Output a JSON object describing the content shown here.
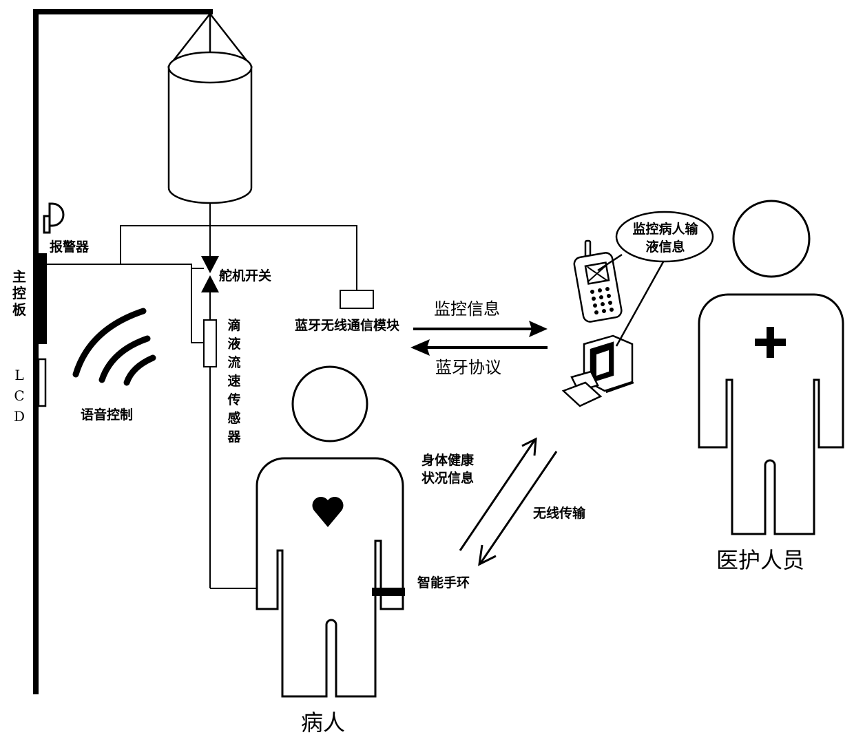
{
  "labels": {
    "alarm": "报警器",
    "main_board": [
      "主",
      "控",
      "板"
    ],
    "lcd": [
      "L",
      "C",
      "D"
    ],
    "voice_control": "语音控制",
    "servo_switch": "舵机开关",
    "drip_sensor": [
      "滴",
      "液",
      "流",
      "速",
      "传",
      "感",
      "器"
    ],
    "bluetooth_module": "蓝牙无线通信模块",
    "monitor_info": "监控信息",
    "bluetooth_protocol": "蓝牙协议",
    "monitor_bubble": [
      "监控病人输",
      "液信息"
    ],
    "health_info": [
      "身体健康",
      "状况信息"
    ],
    "wireless": "无线传输",
    "smart_band": "智能手环",
    "patient": "病人",
    "medical_staff": "医护人员"
  }
}
